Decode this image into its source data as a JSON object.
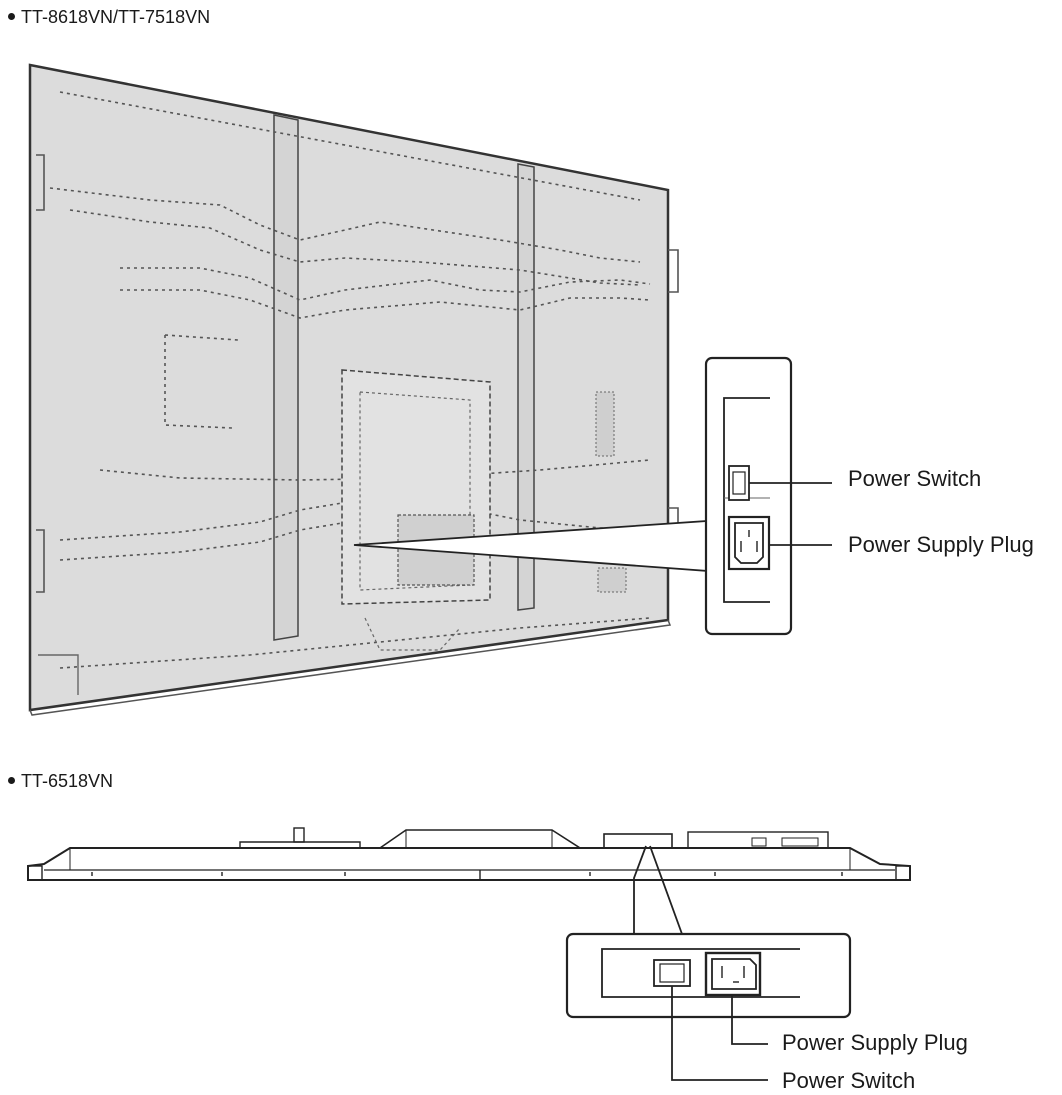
{
  "section_top": {
    "model": "TT-8618VN/TT-7518VN"
  },
  "section_bottom": {
    "model": "TT-6518VN"
  },
  "labels": {
    "power_switch": "Power Switch",
    "power_supply_plug": "Power Supply Plug"
  },
  "colors": {
    "panel": "#dcdcdc",
    "outline": "#333333",
    "line": "#222222"
  },
  "icons": [
    "bullet-dot",
    "power-switch-icon",
    "power-plug-socket-icon"
  ]
}
